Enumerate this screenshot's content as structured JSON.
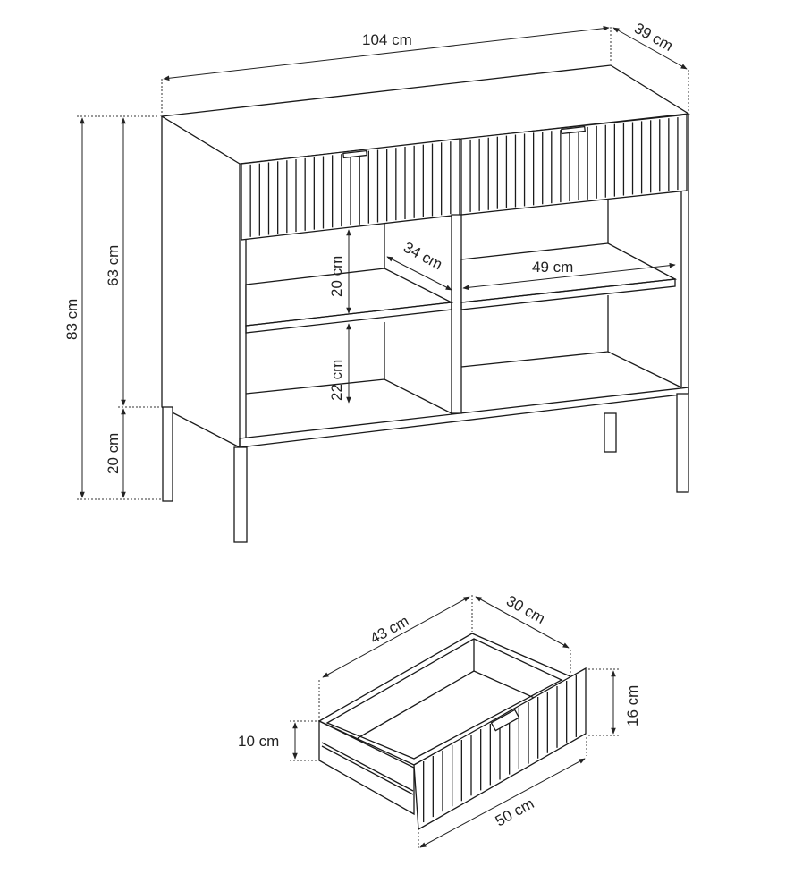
{
  "cabinet": {
    "width": "104 cm",
    "depth": "39 cm",
    "total_height": "83 cm",
    "body_height": "63 cm",
    "leg_height": "20 cm",
    "upper_shelf_height": "20 cm",
    "lower_shelf_height": "22 cm",
    "shelf_depth": "34 cm",
    "shelf_width": "49 cm"
  },
  "drawer": {
    "inner_width": "43 cm",
    "inner_depth": "30 cm",
    "front_height": "16 cm",
    "box_height": "10 cm",
    "front_width": "50 cm"
  }
}
